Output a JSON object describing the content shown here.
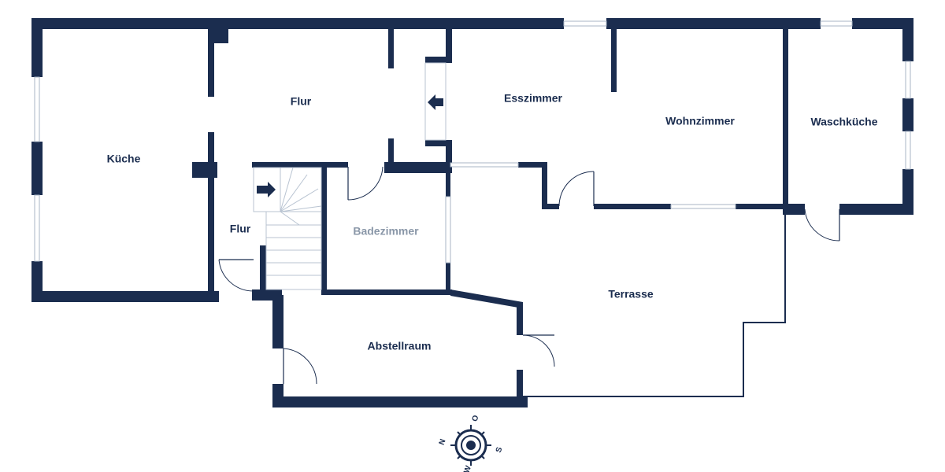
{
  "rooms": {
    "kueche": "Küche",
    "flur_oben": "Flur",
    "flur_unten": "Flur",
    "esszimmer": "Esszimmer",
    "wohnzimmer": "Wohnzimmer",
    "waschkueche": "Waschküche",
    "badezimmer": "Badezimmer",
    "terrasse": "Terrasse",
    "abstellraum": "Abstellraum"
  },
  "compass": {
    "north": "N",
    "east": "O",
    "south": "S",
    "west": "W"
  },
  "colors": {
    "wall": "#1b2d4f",
    "window": "#a9b6c6",
    "stairs": "#b8c3d1",
    "muted_label": "#8a97a8"
  },
  "icons": [
    "arrow-left-icon",
    "arrow-right-icon",
    "compass-rose-icon"
  ]
}
